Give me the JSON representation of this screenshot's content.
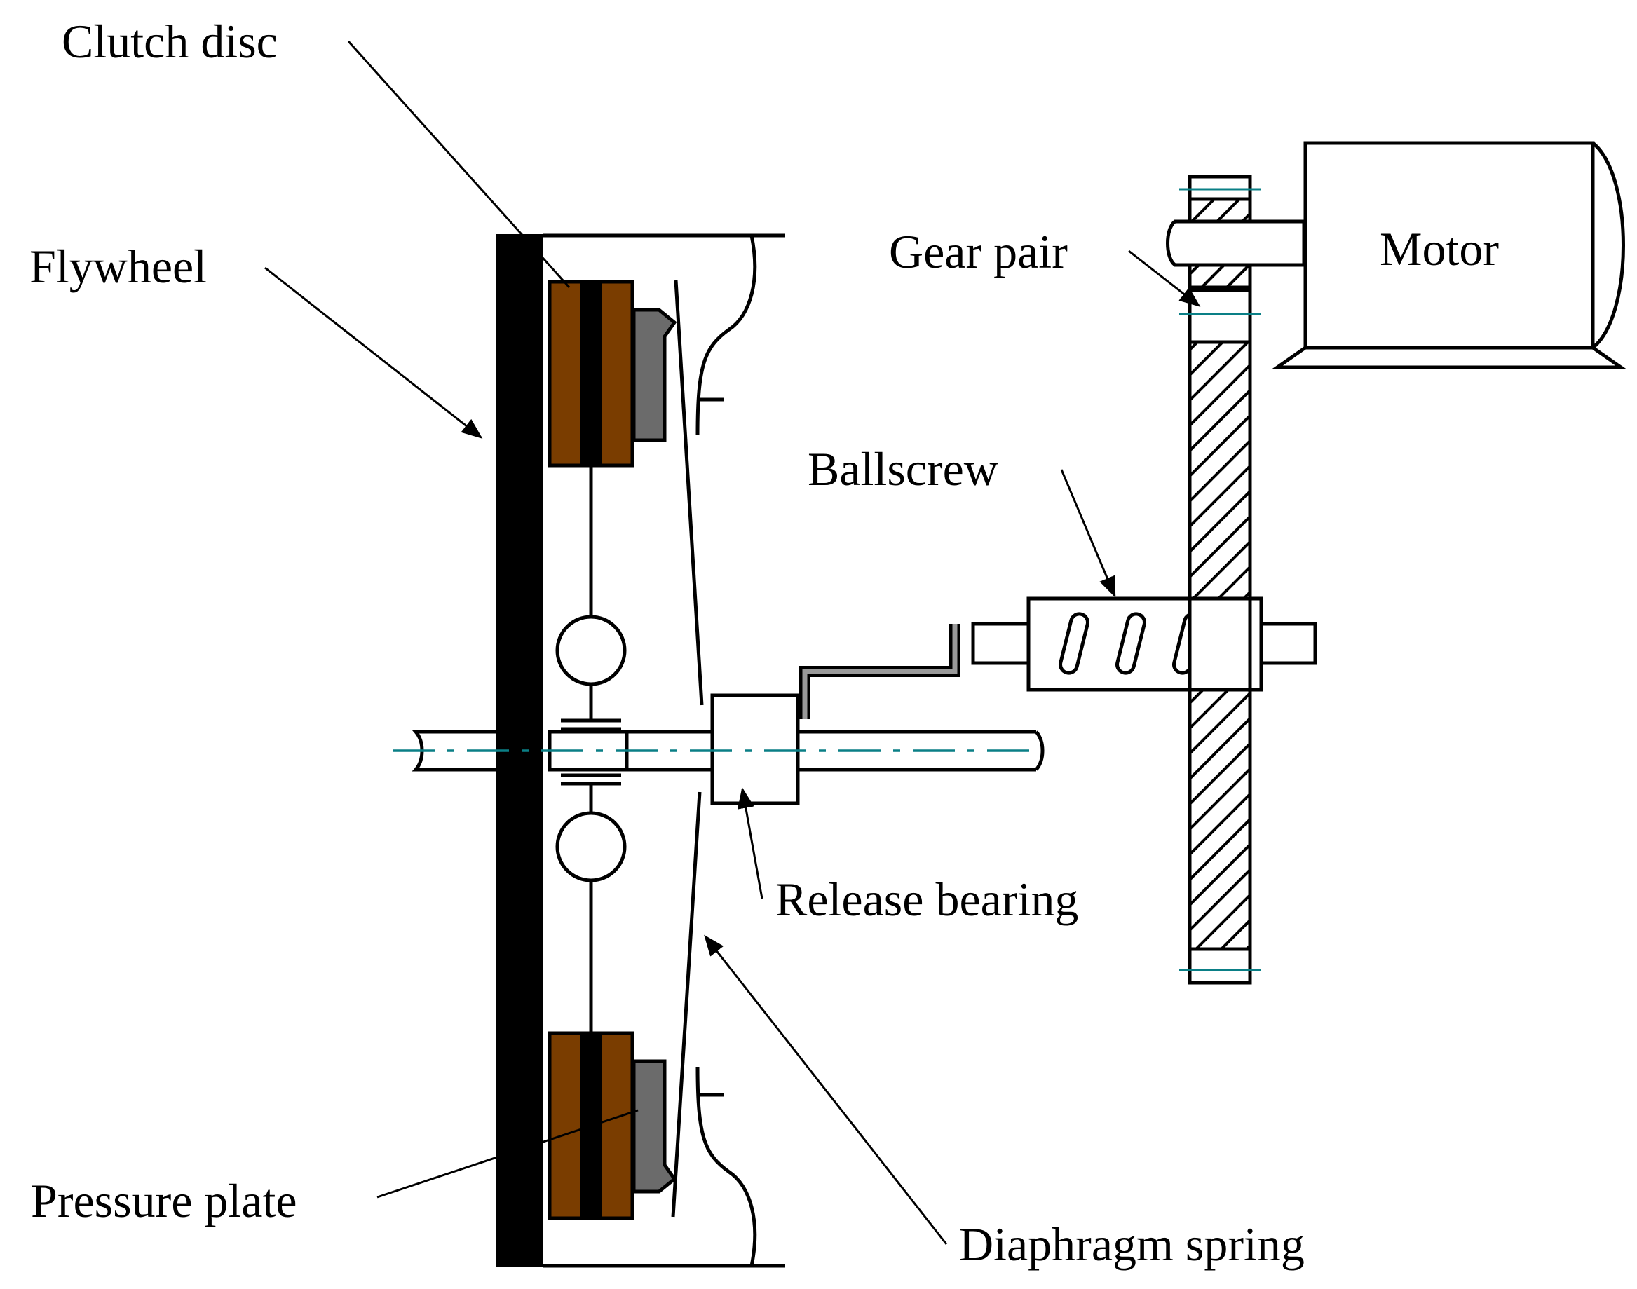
{
  "labels": {
    "clutch_disc": "Clutch disc",
    "flywheel": "Flywheel",
    "gear_pair": "Gear pair",
    "motor": "Motor",
    "ballscrew": "Ballscrew",
    "release_bearing": "Release bearing",
    "pressure_plate": "Pressure plate",
    "diaphragm_spring": "Diaphragm spring"
  },
  "colors": {
    "friction_lining": "#7a3d00",
    "pressure_plate": "#6b6b6b",
    "lever": "#9a9a9a",
    "centerline": "#0a7f86",
    "flywheel": "#000000"
  }
}
